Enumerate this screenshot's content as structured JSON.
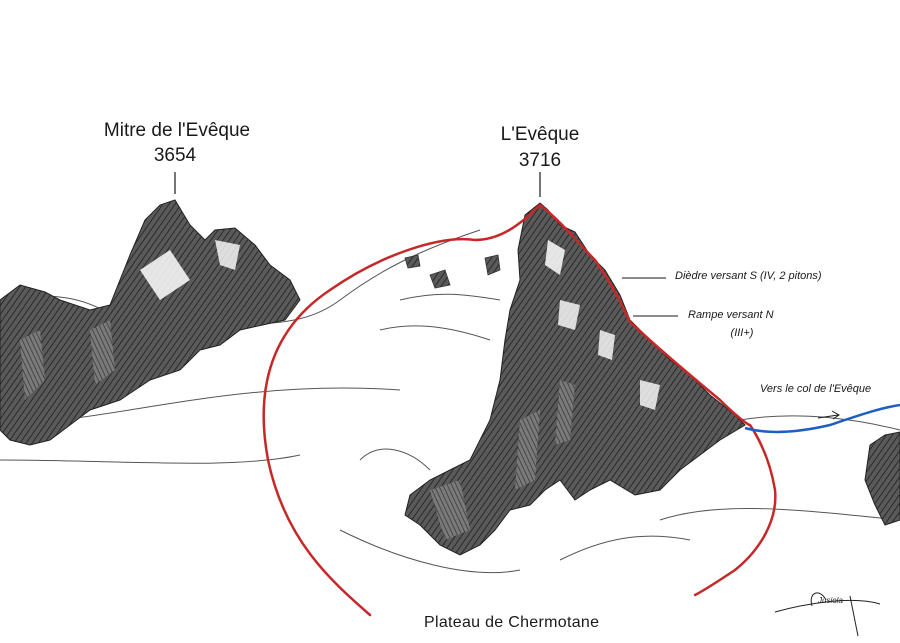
{
  "peaks": {
    "mitre": {
      "name": "Mitre de l'Evêque",
      "altitude": "3654"
    },
    "eveque": {
      "name": "L'Evêque",
      "altitude": "3716"
    }
  },
  "annotations": {
    "diedre": "Dièdre versant S (IV, 2 pitons)",
    "rampe_line1": "Rampe versant N",
    "rampe_line2": "(III+)",
    "col": "Vers le col de l'Evêque",
    "plateau": "Plateau de Chermotane"
  },
  "signature": "Jusiola",
  "colors": {
    "route": "#c62828",
    "approach": "#1e5fc2",
    "rock_dark": "#3a3a3a",
    "rock_mid": "#6e6e6e",
    "ink": "#1a1a1a"
  }
}
